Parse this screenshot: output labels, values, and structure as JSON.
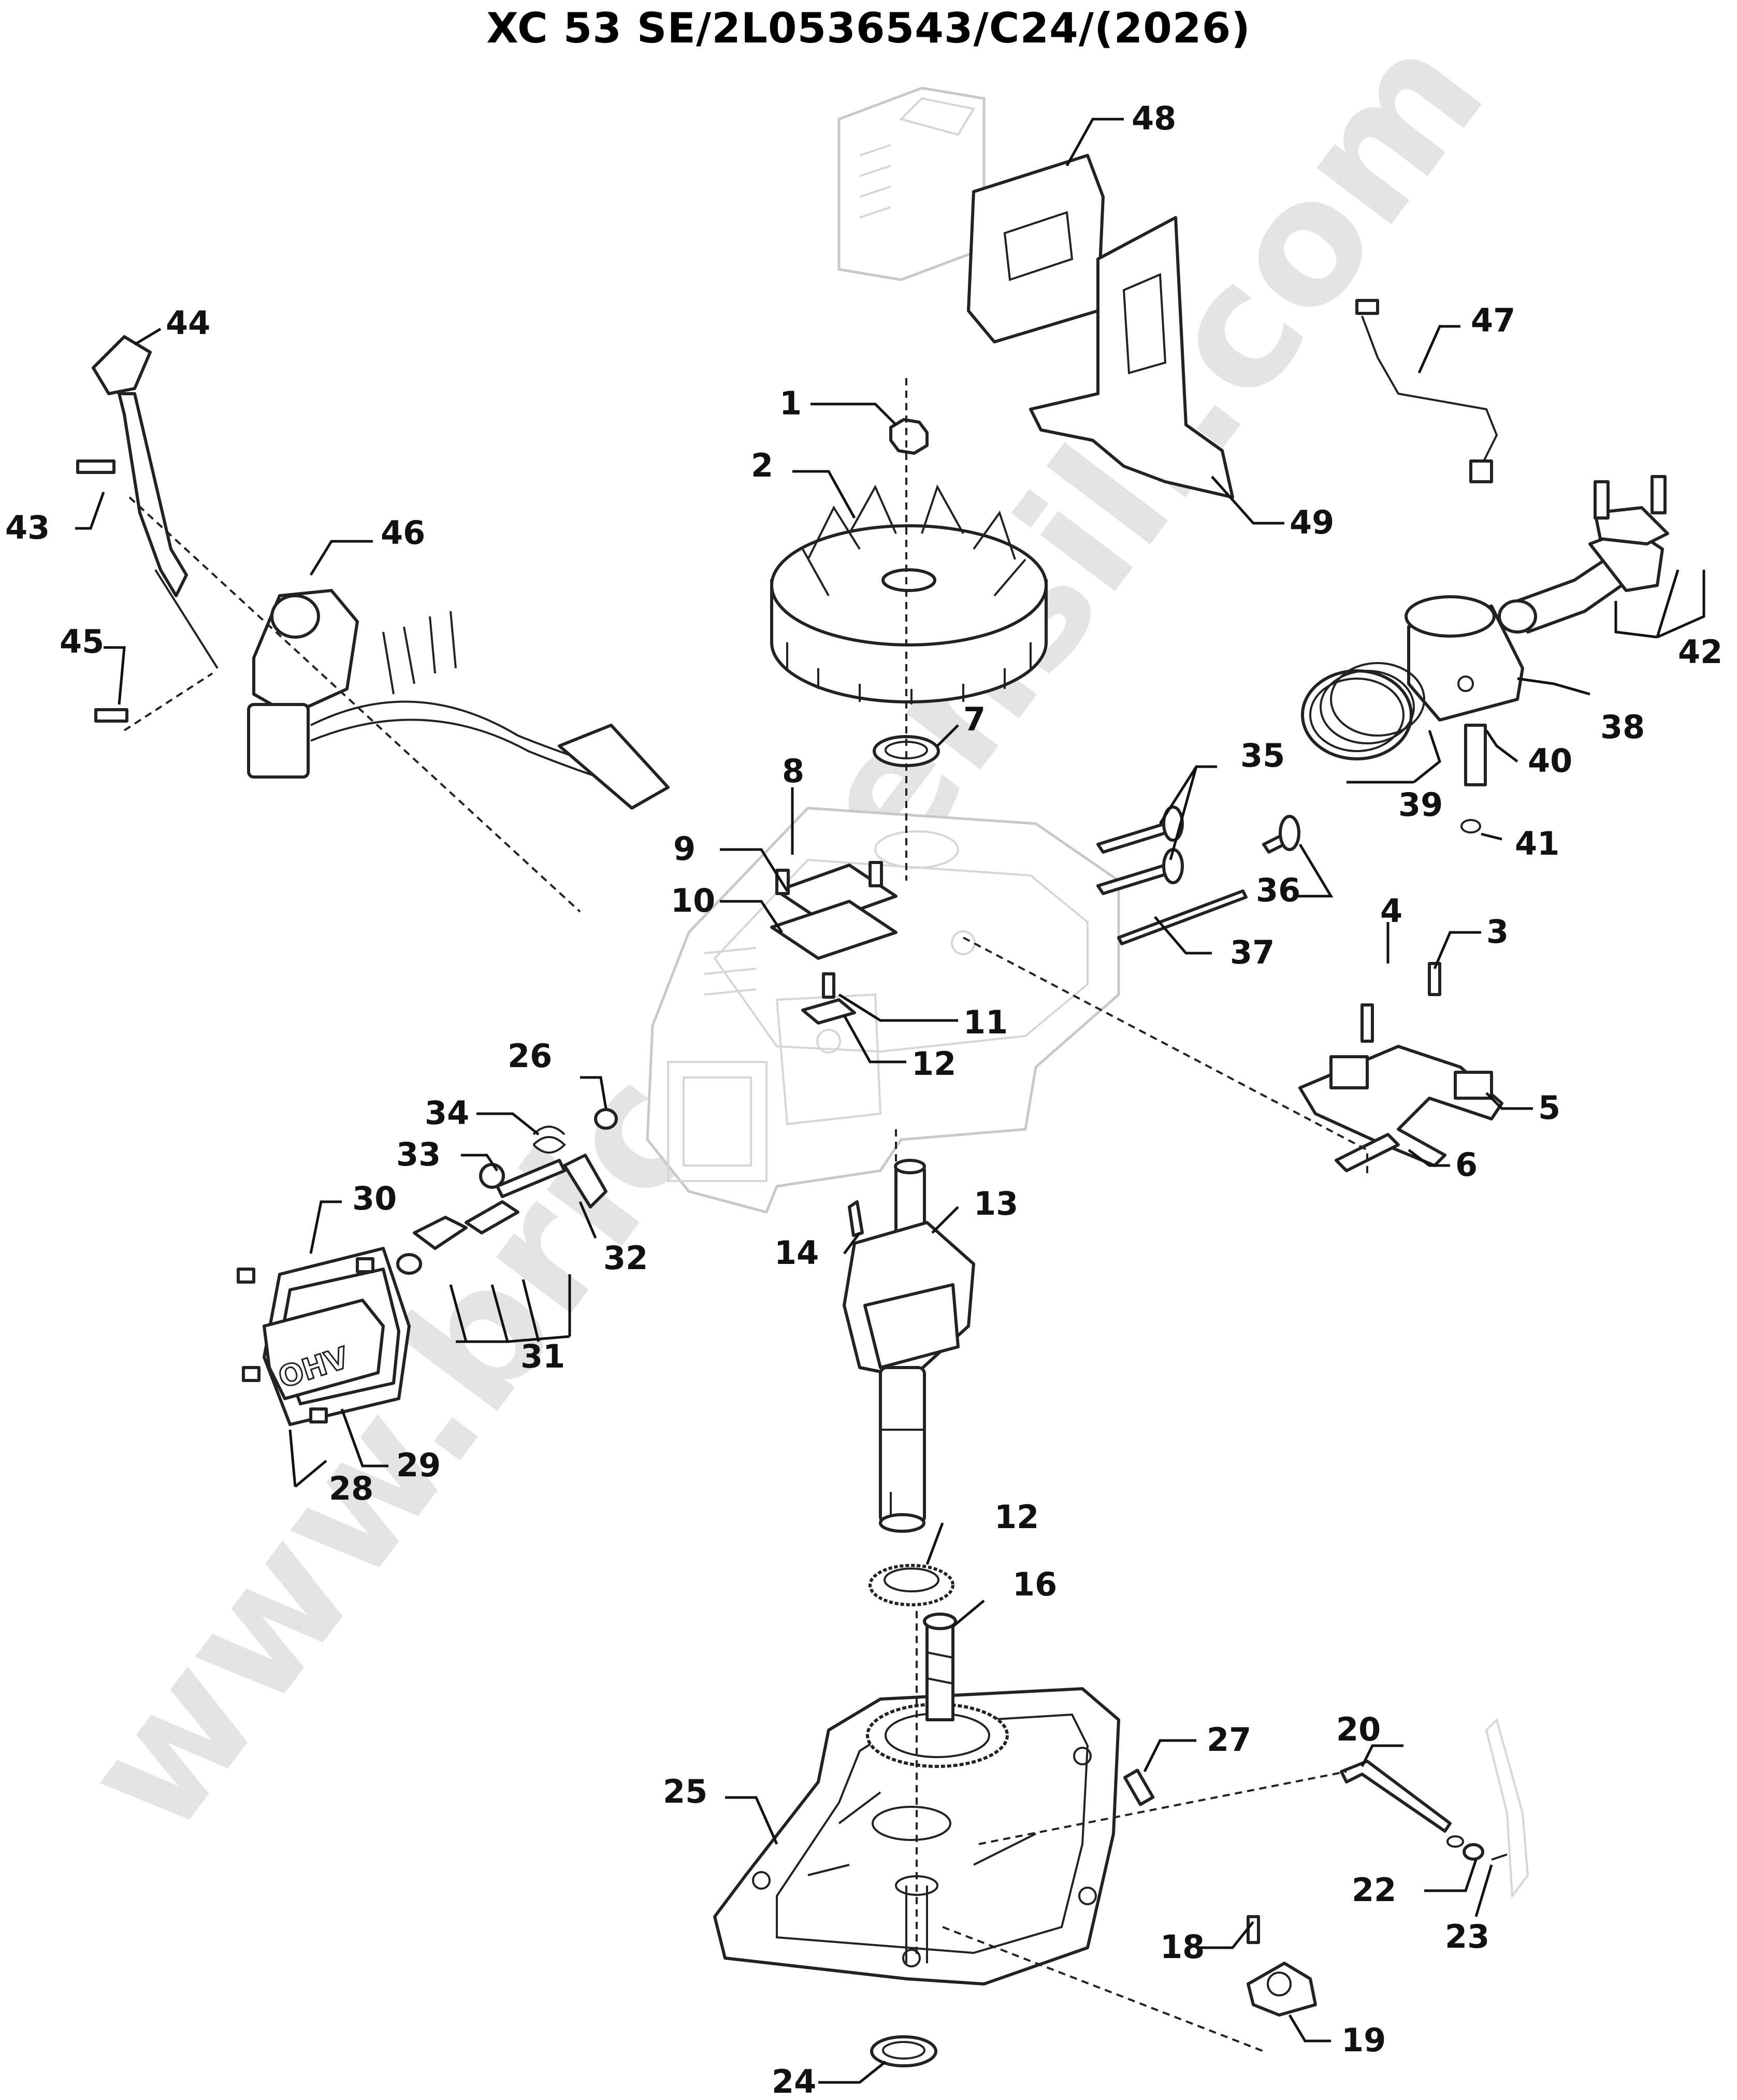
{
  "title": "XC 53 SE/2L0536543/C24/(2026)",
  "watermark": "www.bricoutensili.com",
  "callouts": [
    "1",
    "2",
    "3",
    "4",
    "5",
    "6",
    "7",
    "8",
    "9",
    "10",
    "11",
    "12",
    "12",
    "13",
    "14",
    "16",
    "18",
    "19",
    "20",
    "22",
    "23",
    "24",
    "25",
    "26",
    "27",
    "28",
    "29",
    "30",
    "31",
    "32",
    "33",
    "34",
    "35",
    "36",
    "37",
    "38",
    "39",
    "40",
    "41",
    "42",
    "43",
    "44",
    "45",
    "46",
    "47",
    "48",
    "49"
  ],
  "part_markings": {
    "valve_cover": "OHV"
  },
  "colors": {
    "line": "#222222",
    "ghost_block": "#c8c8c8",
    "watermark": "#e4e4e4"
  }
}
